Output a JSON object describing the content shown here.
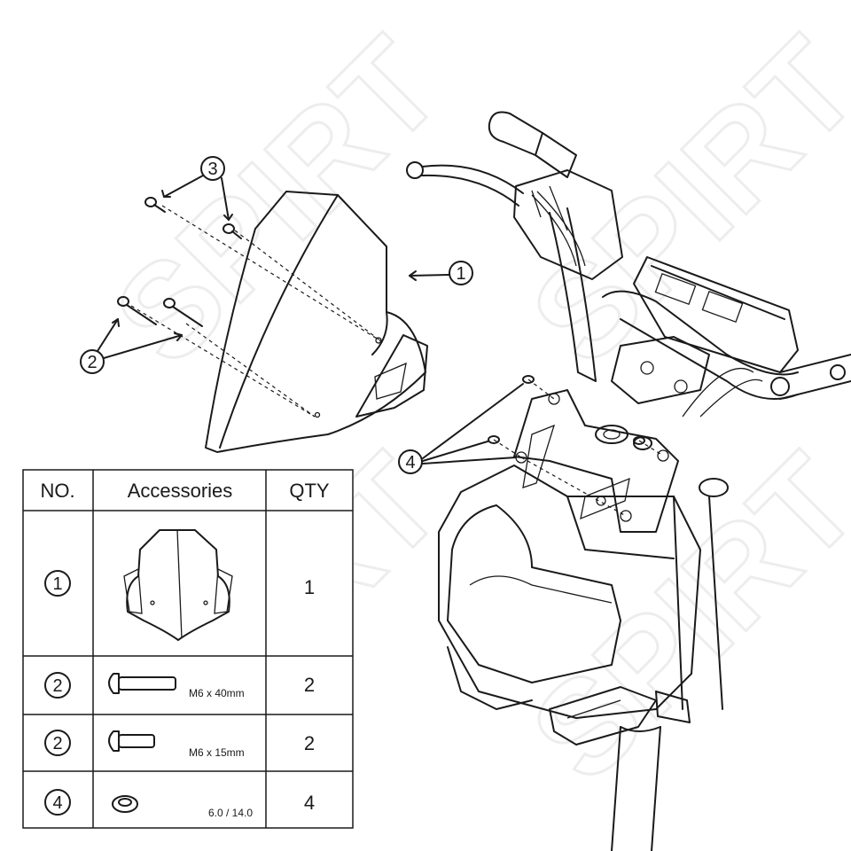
{
  "watermark": "SPIRT",
  "callouts": [
    {
      "id": "1",
      "label": "1"
    },
    {
      "id": "2",
      "label": "2"
    },
    {
      "id": "3",
      "label": "3"
    },
    {
      "id": "4",
      "label": "4"
    }
  ],
  "table": {
    "headers": [
      "NO.",
      "Accessories",
      "QTY"
    ],
    "rows": [
      {
        "no": "1",
        "size": "",
        "qty": "1"
      },
      {
        "no": "2",
        "size": "M6 x 40mm",
        "qty": "2"
      },
      {
        "no": "2",
        "size": "M6 x 15mm",
        "qty": "2"
      },
      {
        "no": "4",
        "size": "6.0 / 14.0",
        "qty": "4"
      }
    ]
  }
}
